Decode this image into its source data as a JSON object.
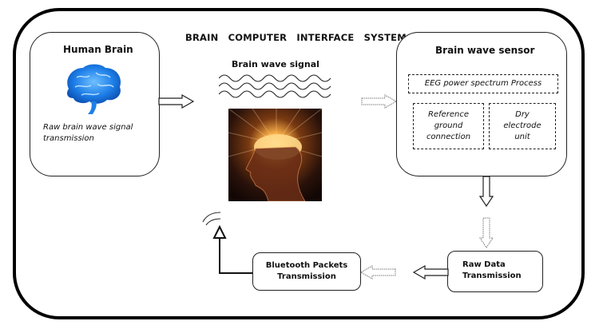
{
  "title": "BRAIN   COMPUTER   INTERFACE   SYSTEM",
  "human_brain": {
    "heading": "Human Brain",
    "caption_line1": "Raw brain wave signal",
    "caption_line2": "transmission",
    "icon": "brain-icon",
    "icon_color": "#1e7fe8"
  },
  "signal": {
    "label": "Brain wave signal",
    "icon": "wave-icon",
    "image": "glowing-head-image"
  },
  "sensor": {
    "heading": "Brain wave sensor",
    "process": "EEG power spectrum Process",
    "reference_line1": "Reference",
    "reference_line2": "ground",
    "reference_line3": "connection",
    "dry_line1": "Dry",
    "dry_line2": "electrode",
    "dry_line3": "unit"
  },
  "raw_data": {
    "line1": "Raw Data",
    "line2": "Transmission"
  },
  "bluetooth": {
    "line1": "Bluetooth Packets",
    "line2": "Transmission",
    "icon": "antenna-icon"
  }
}
